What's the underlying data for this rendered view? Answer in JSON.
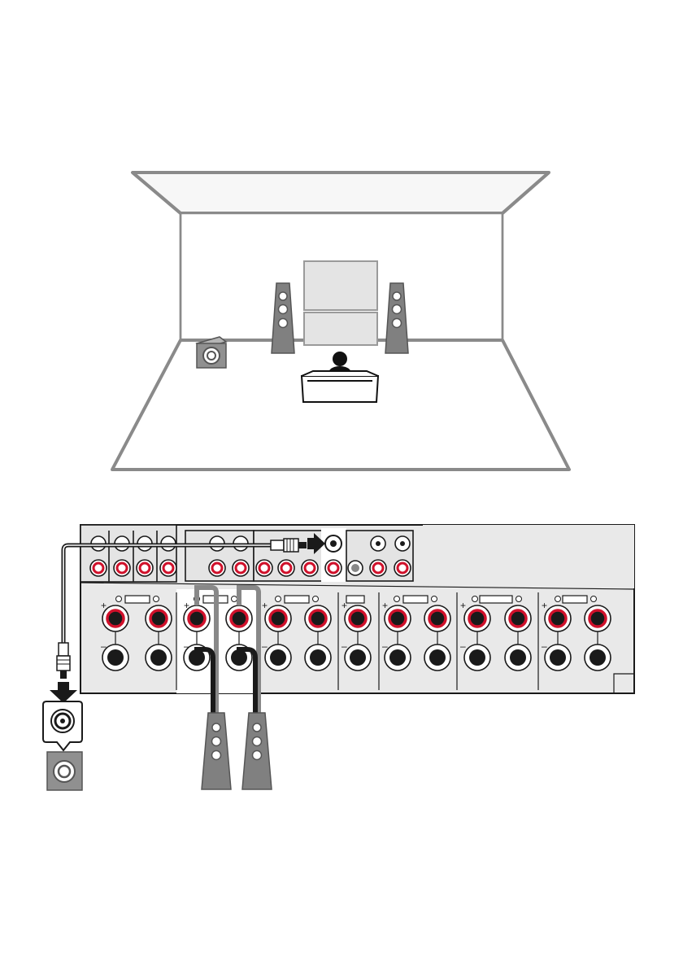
{
  "diagram": {
    "room_view": {
      "speakers": [
        "front-left-speaker",
        "front-right-speaker",
        "subwoofer"
      ],
      "icons": [
        "tv-icon",
        "listener-icon",
        "sofa-icon"
      ]
    },
    "panel": {
      "terminal_signs": {
        "plus": "+",
        "minus": "–"
      },
      "highlighted_inputs": [
        "subwoofer-pre-out-jack",
        "front-speaker-terminals"
      ],
      "colors": {
        "outline": "#1a1a1a",
        "panel_fill": "#e9e9e9",
        "highlight_fill": "#ffffff",
        "terminal_ring": "#d0112b",
        "room_fill": "#f2f2f2",
        "room_stroke": "#8a8a8a"
      }
    },
    "connections": [
      "subwoofer-cable",
      "front-left-speaker-cable",
      "front-right-speaker-cable"
    ]
  }
}
